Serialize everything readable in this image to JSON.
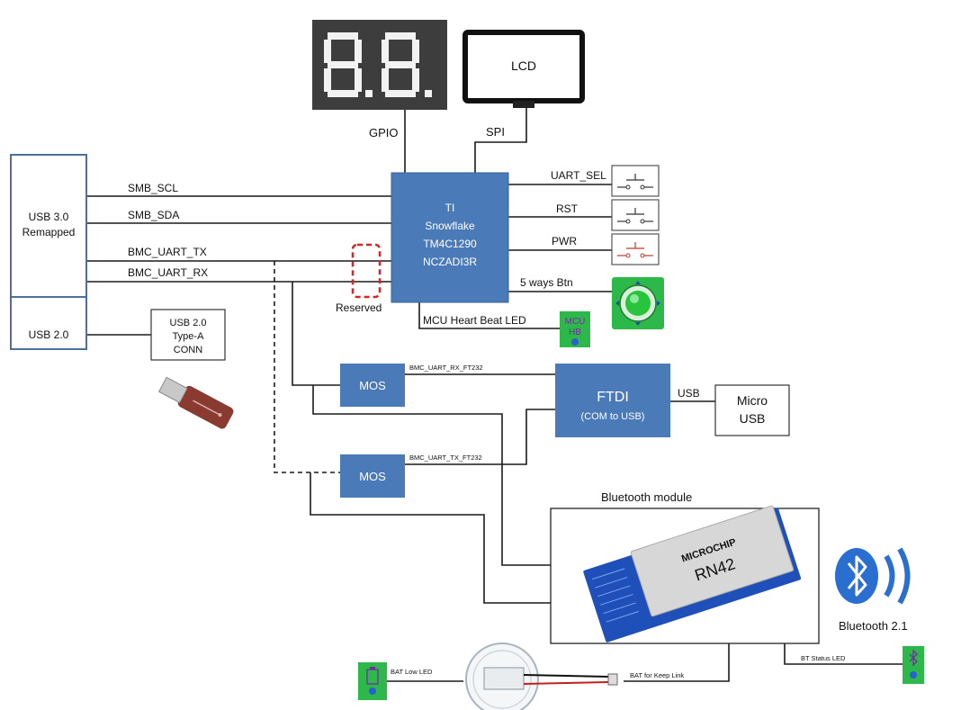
{
  "seg_display": {
    "digits": "8.8."
  },
  "lcd": {
    "label": "LCD"
  },
  "mcu": {
    "line1": "TI",
    "line2": "Snowflake",
    "line3": "TM4C1290",
    "line4": "NCZADI3R"
  },
  "usb30": {
    "line1": "USB 3.0",
    "line2": "Remapped"
  },
  "usb20": {
    "label": "USB 2.0"
  },
  "usb20_conn": {
    "line1": "USB 2.0",
    "line2": "Type-A",
    "line3": "CONN"
  },
  "signals": {
    "gpio": "GPIO",
    "spi": "SPI",
    "smb_scl": "SMB_SCL",
    "smb_sda": "SMB_SDA",
    "bmc_uart_tx": "BMC_UART_TX",
    "bmc_uart_rx": "BMC_UART_RX",
    "reserved": "Reserved",
    "uart_sel": "UART_SEL",
    "rst": "RST",
    "pwr": "PWR",
    "five_ways_btn": "5 ways Btn",
    "mcu_heartbeat": "MCU Heart Beat LED",
    "rx_ft232": "BMC_UART_RX_FT232",
    "tx_ft232": "BMC_UART_TX_FT232",
    "usb": "USB",
    "bt_status_led": "BT Status LED",
    "bat_low_led": "BAT Low LED",
    "bat_keep_link": "BAT for Keep Link"
  },
  "mcu_hb_led": {
    "line1": "MCU",
    "line2": "HB"
  },
  "mos1": {
    "label": "MOS"
  },
  "mos2": {
    "label": "MOS"
  },
  "ftdi": {
    "line1": "FTDI",
    "line2": "(COM to USB)"
  },
  "micro_usb": {
    "line1": "Micro",
    "line2": "USB"
  },
  "bluetooth_module": {
    "title": "Bluetooth module",
    "chip_brand": "MICROCHIP",
    "chip_model": "RN42"
  },
  "bluetooth_logo": {
    "caption": "Bluetooth 2.1"
  },
  "colors": {
    "block_blue": "#4a7ab8",
    "led_green": "#2db84a",
    "reserved_red": "#dd2222",
    "bt_blue": "#2a6fcf"
  }
}
